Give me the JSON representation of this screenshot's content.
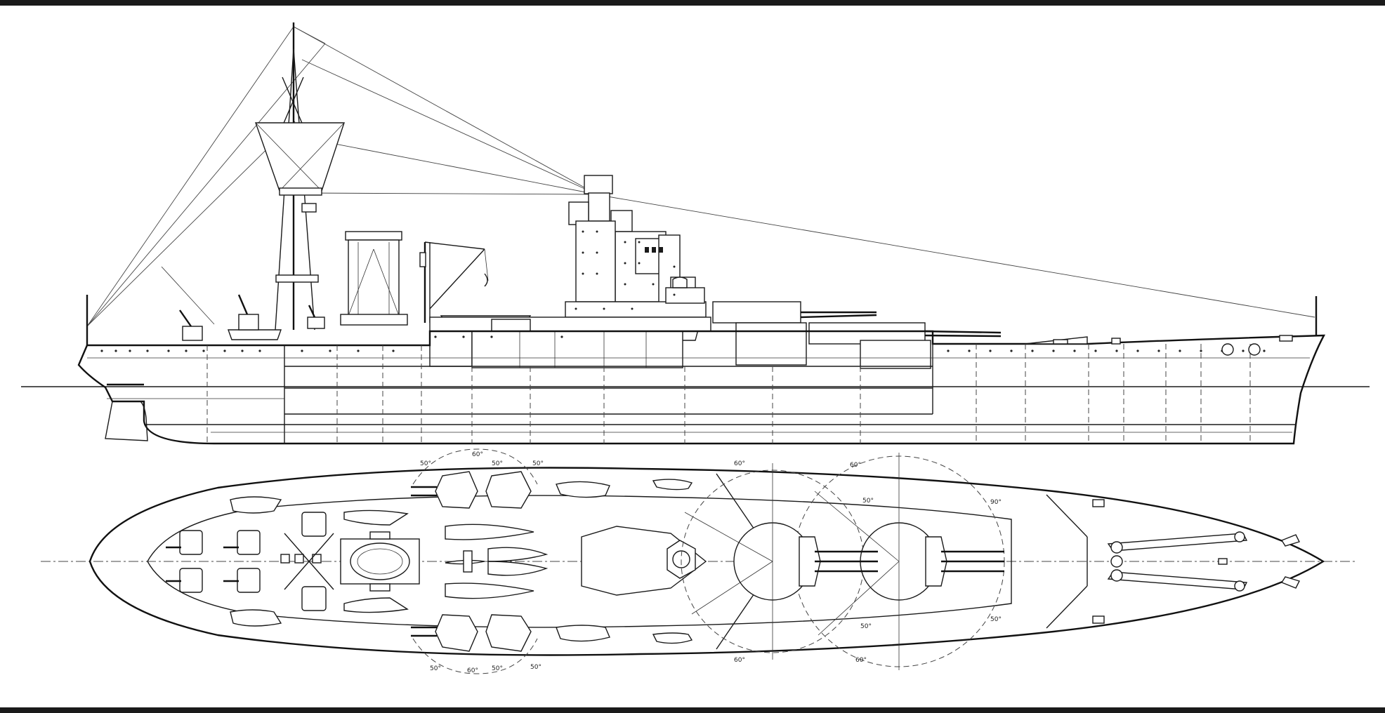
{
  "drawing": {
    "views": [
      "side-profile",
      "plan-view"
    ],
    "arc_labels": {
      "forward_port": [
        "50°",
        "60°",
        "50°",
        "50°"
      ],
      "forward_starboard": [
        "50°",
        "60°",
        "50°",
        "50°"
      ],
      "turret_a_top": "60°",
      "turret_b_top": "60°",
      "turret_a_side": "50°",
      "turret_b_side": "90°",
      "turret_a_bottom": "60°",
      "turret_b_bottom": "60°",
      "turret_a_lower_side": "50°",
      "turret_b_lower_side": "50°"
    },
    "ink_color": "#1a1a1a",
    "paper_color": "#ffffff"
  }
}
